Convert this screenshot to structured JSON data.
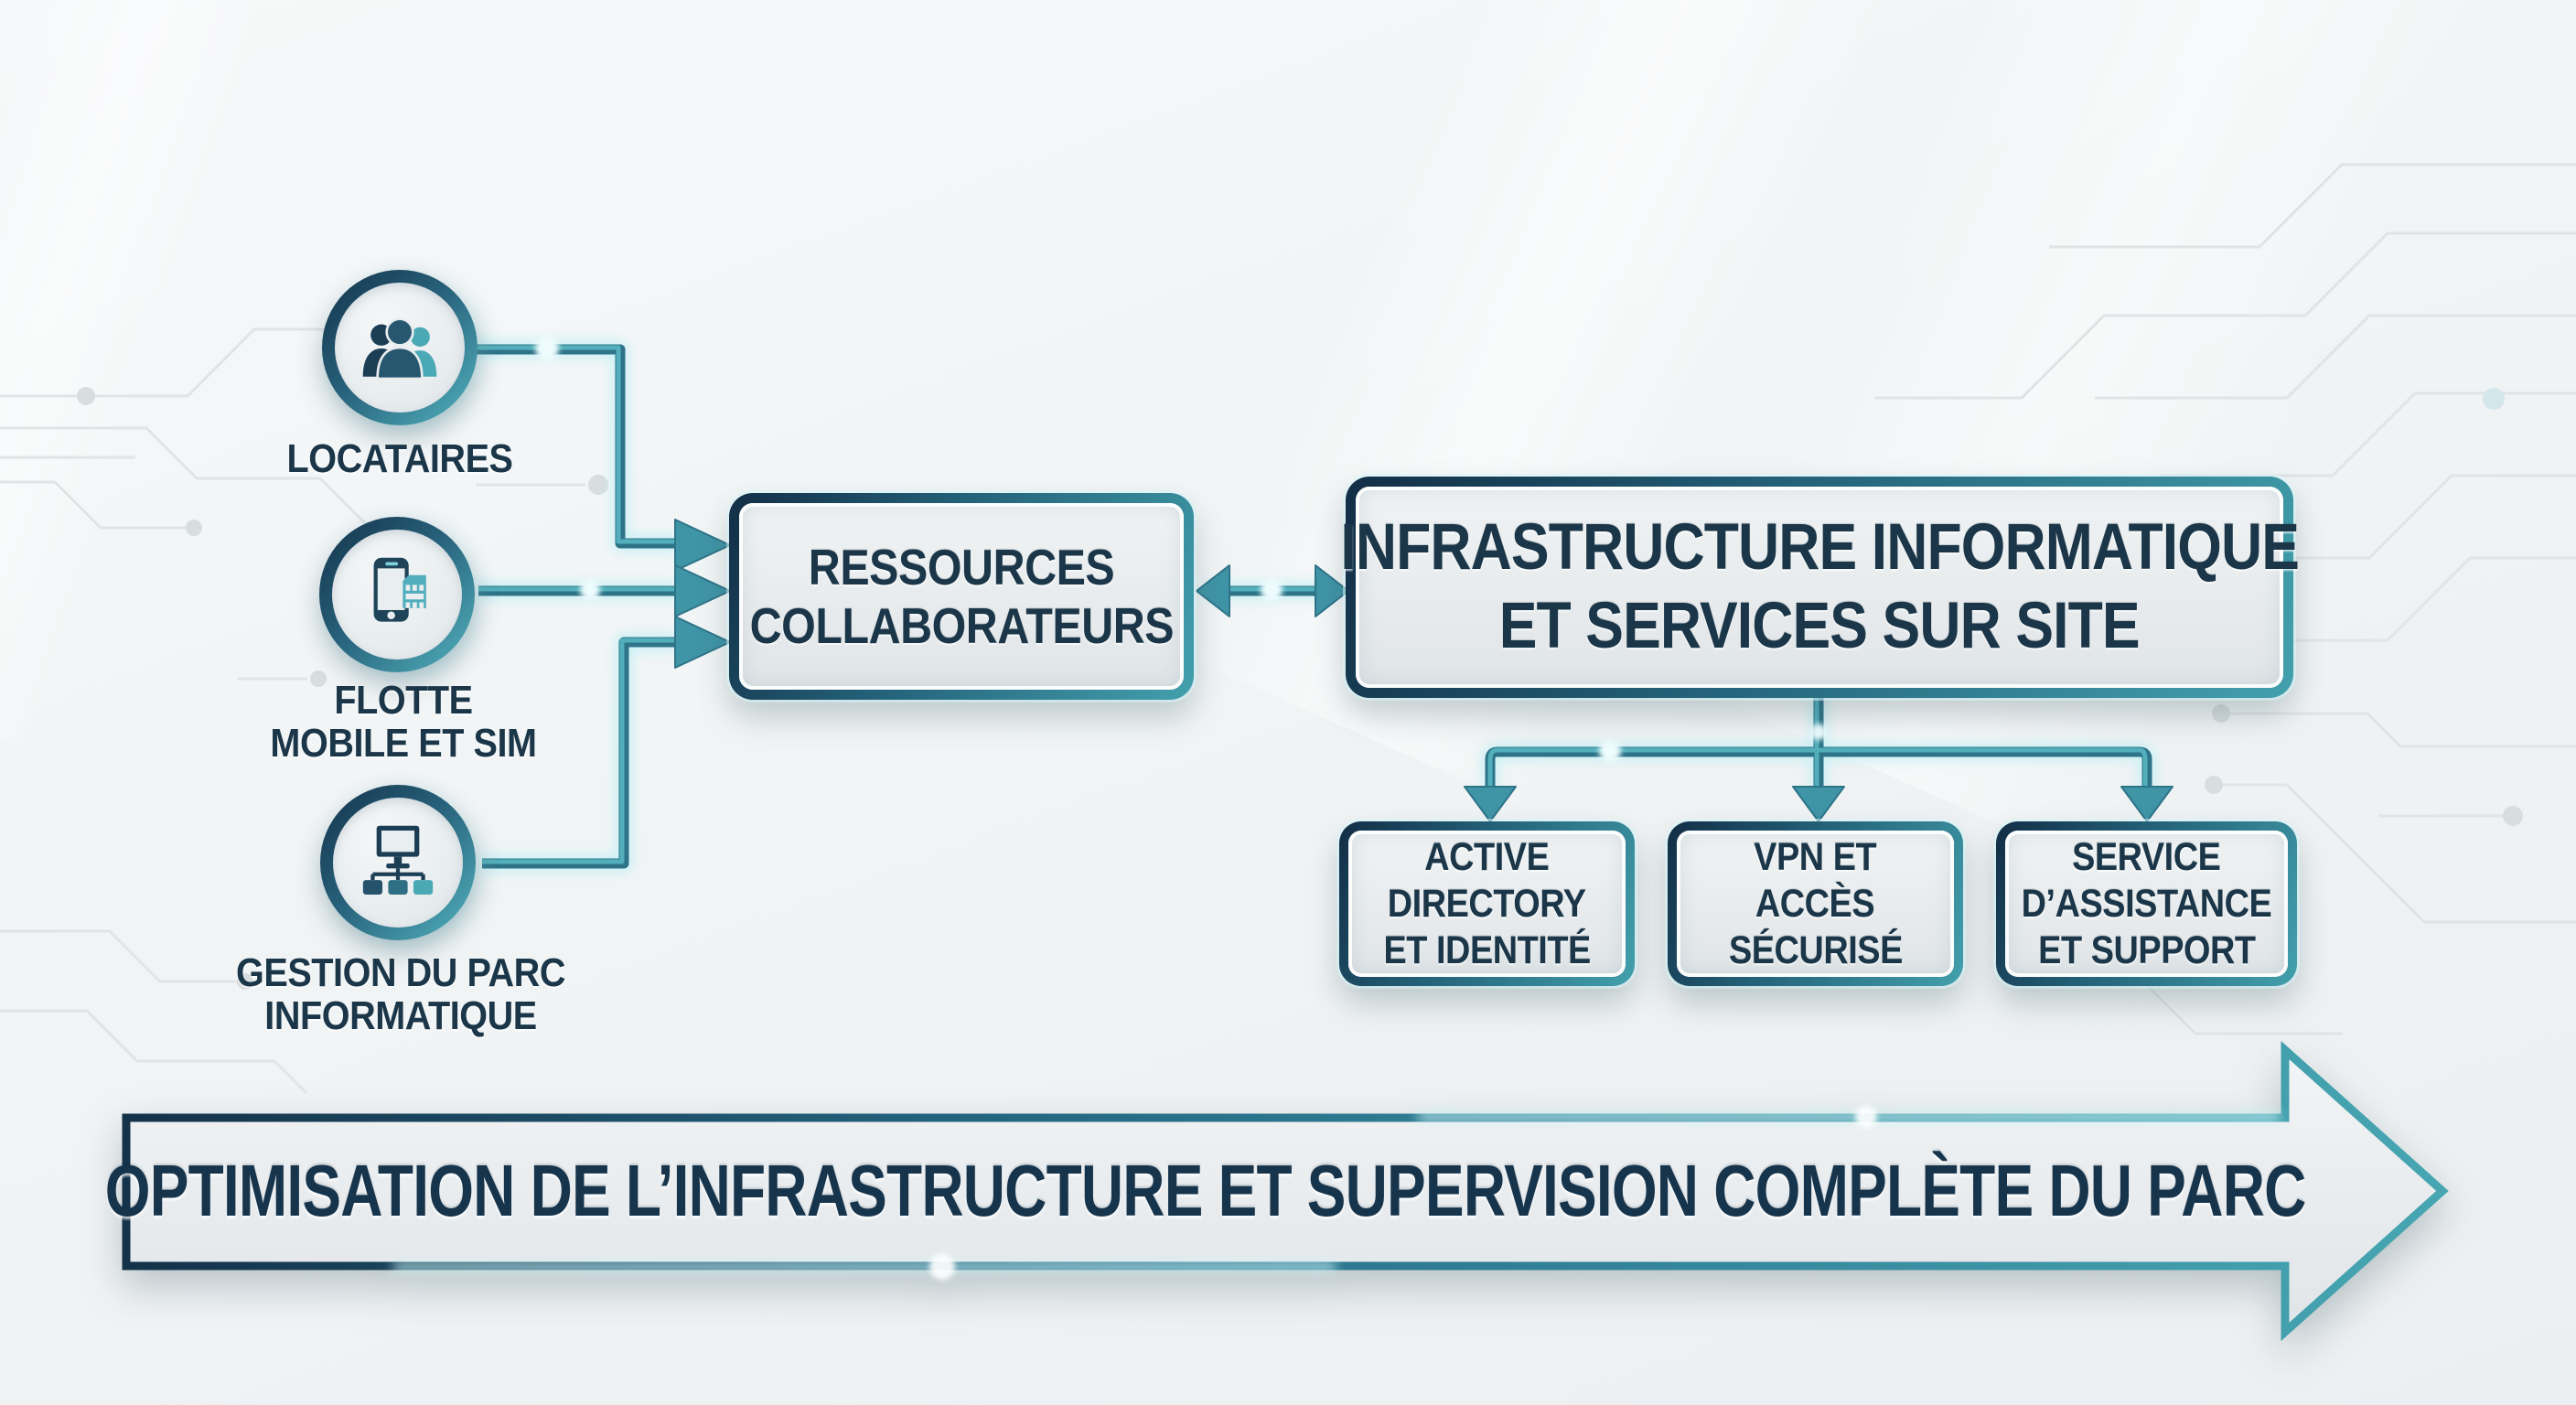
{
  "diagram": {
    "sources": [
      {
        "icon": "users-icon",
        "lines": [
          "LOCATAIRES",
          ""
        ]
      },
      {
        "icon": "mobile-sim-icon",
        "lines": [
          "FLOTTE",
          "MOBILE ET SIM"
        ]
      },
      {
        "icon": "network-icon",
        "lines": [
          "GESTION DU PARC",
          "INFORMATIQUE"
        ]
      }
    ],
    "hub": {
      "lines": [
        "RESSOURCES",
        "COLLABORATEURS"
      ]
    },
    "infrastructure": {
      "lines": [
        "INFRASTRUCTURE INFORMATIQUE",
        "ET SERVICES SUR SITE"
      ]
    },
    "services": [
      {
        "lines": [
          "ACTIVE",
          "DIRECTORY",
          "ET IDENTITÉ"
        ]
      },
      {
        "lines": [
          "VPN ET",
          "ACCÈS",
          "SÉCURISÉ"
        ]
      },
      {
        "lines": [
          "SERVICE",
          "D’ASSISTANCE",
          "ET SUPPORT"
        ]
      }
    ],
    "banner": {
      "text": "OPTIMISATION DE L’INFRASTRUCTURE ET SUPERVISION COMPLÈTE DU PARC"
    }
  },
  "colors": {
    "background": "#f1f4f5",
    "accent_teal": "#3f94a6",
    "accent_navy": "#14324a",
    "text_dark": "#1a3648",
    "panel_fill": "#e8ebed",
    "glow_cyan": "#c3f0f5",
    "circuit_gray": "#e0e4e7"
  }
}
